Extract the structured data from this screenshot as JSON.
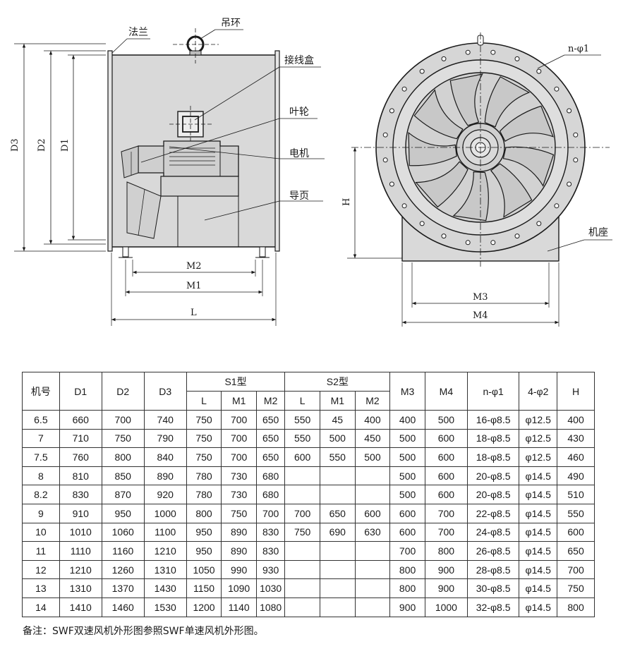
{
  "side_view": {
    "labels": {
      "flange": "法兰",
      "lifting_ring": "吊环",
      "junction_box": "接线盒",
      "impeller": "叶轮",
      "motor": "电机",
      "guide_vane": "导页"
    },
    "dimensions": {
      "d3": "D3",
      "d2": "D2",
      "d1": "D1",
      "m2": "M2",
      "m1": "M1",
      "l": "L"
    }
  },
  "front_view": {
    "labels": {
      "holes": "n-φ1",
      "base": "机座"
    },
    "dimensions": {
      "h": "H",
      "m3": "M3",
      "m4": "M4"
    }
  },
  "table": {
    "headers": {
      "model": "机号",
      "d1": "D1",
      "d2": "D2",
      "d3": "D3",
      "s1": "S1型",
      "s2": "S2型",
      "l": "L",
      "m1": "M1",
      "m2": "M2",
      "m3": "M3",
      "m4": "M4",
      "n_phi1": "n-φ1",
      "four_phi2": "4-φ2",
      "h": "H"
    },
    "rows": [
      [
        "6.5",
        "660",
        "700",
        "740",
        "750",
        "700",
        "650",
        "550",
        "45",
        "400",
        "400",
        "500",
        "16-φ8.5",
        "φ12.5",
        "400"
      ],
      [
        "7",
        "710",
        "750",
        "790",
        "750",
        "700",
        "650",
        "550",
        "500",
        "450",
        "500",
        "600",
        "18-φ8.5",
        "φ12.5",
        "430"
      ],
      [
        "7.5",
        "760",
        "800",
        "840",
        "750",
        "700",
        "650",
        "600",
        "550",
        "500",
        "500",
        "600",
        "18-φ8.5",
        "φ12.5",
        "460"
      ],
      [
        "8",
        "810",
        "850",
        "890",
        "780",
        "730",
        "680",
        "",
        "",
        "",
        "500",
        "600",
        "20-φ8.5",
        "φ14.5",
        "490"
      ],
      [
        "8.2",
        "830",
        "870",
        "920",
        "780",
        "730",
        "680",
        "",
        "",
        "",
        "500",
        "600",
        "20-φ8.5",
        "φ14.5",
        "510"
      ],
      [
        "9",
        "910",
        "950",
        "1000",
        "800",
        "750",
        "700",
        "700",
        "650",
        "600",
        "600",
        "700",
        "22-φ8.5",
        "φ14.5",
        "550"
      ],
      [
        "10",
        "1010",
        "1060",
        "1100",
        "950",
        "890",
        "830",
        "750",
        "690",
        "630",
        "600",
        "700",
        "24-φ8.5",
        "φ14.5",
        "600"
      ],
      [
        "11",
        "1110",
        "1160",
        "1210",
        "950",
        "890",
        "830",
        "",
        "",
        "",
        "700",
        "800",
        "26-φ8.5",
        "φ14.5",
        "650"
      ],
      [
        "12",
        "1210",
        "1260",
        "1310",
        "1050",
        "990",
        "930",
        "",
        "",
        "",
        "800",
        "900",
        "28-φ8.5",
        "φ14.5",
        "700"
      ],
      [
        "13",
        "1310",
        "1370",
        "1430",
        "1150",
        "1090",
        "1030",
        "",
        "",
        "",
        "800",
        "900",
        "30-φ8.5",
        "φ14.5",
        "750"
      ],
      [
        "14",
        "1410",
        "1460",
        "1530",
        "1200",
        "1140",
        "1080",
        "",
        "",
        "",
        "900",
        "1000",
        "32-φ8.5",
        "φ14.5",
        "800"
      ]
    ]
  },
  "note": "备注：SWF双速风机外形图参照SWF单速风机外形图。"
}
